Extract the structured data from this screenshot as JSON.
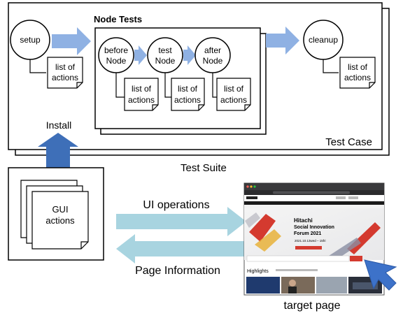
{
  "diagram": {
    "test_suite_label": "Test Suite",
    "test_case_label": "Test Case",
    "node_tests_label": "Node Tests",
    "setup_label": "setup",
    "cleanup_label": "cleanup",
    "before_node_line1": "before",
    "before_node_line2": "Node",
    "test_node_line1": "test",
    "test_node_line2": "Node",
    "after_node_line1": "after",
    "after_node_line2": "Node",
    "list_of_actions_line1": "list of",
    "list_of_actions_line2": "actions",
    "install_label": "Install",
    "gui_actions_line1": "GUI",
    "gui_actions_line2": "actions",
    "ui_operations_label": "UI operations",
    "page_information_label": "Page Information",
    "target_page_label": "target page"
  },
  "target_page_screenshot": {
    "banner_line1": "Hitachi",
    "banner_line2": "Social Innovation",
    "banner_line3": "Forum 2021",
    "banner_date": "2021.10.13wed – 15fri",
    "highlights_label": "Highlights"
  },
  "colors": {
    "arrow_blue": "#8fb1e3",
    "install_arrow": "#3e6fb8",
    "ui_arrow": "#a8d4e0",
    "cursor_blue": "#3d72c9"
  }
}
